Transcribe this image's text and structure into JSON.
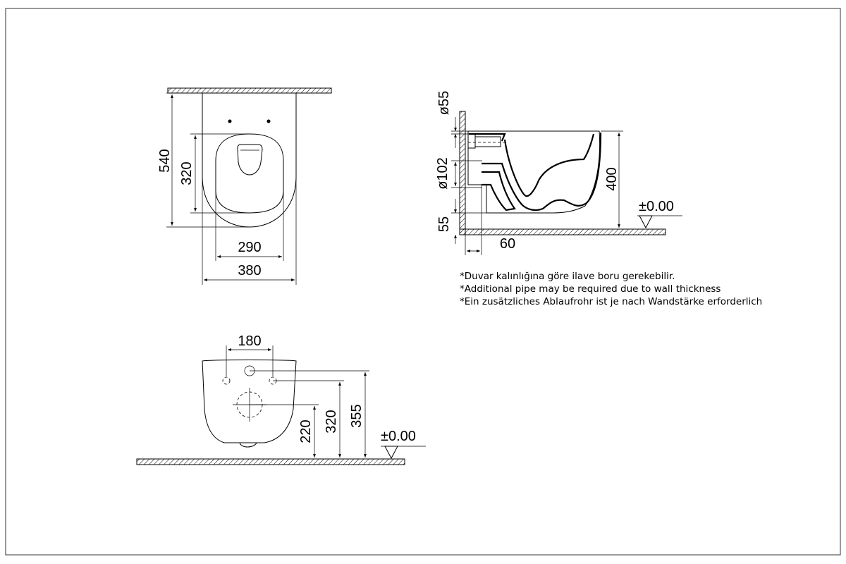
{
  "top_view": {
    "dim_width_outer": "380",
    "dim_width_inner": "290",
    "dim_length": "540",
    "dim_seat_depth": "320"
  },
  "side_view": {
    "dim_pipe_top": "ø55",
    "dim_pipe_main": "ø102",
    "dim_pipe_bottom": "55",
    "dim_offset": "60",
    "dim_height": "400",
    "level_label": "±0.00"
  },
  "front_view": {
    "dim_bolt_spacing": "180",
    "dim_drain_height": "220",
    "dim_bolt_height": "320",
    "dim_top_height": "355",
    "level_label": "±0.00"
  },
  "notes": [
    "*Duvar kalınlığına göre ilave boru gerekebilir.",
    "*Additional pipe may be required due to wall thickness",
    "*Ein zusätzliches Ablaufrohr ist je nach Wandstärke erforderlich"
  ]
}
